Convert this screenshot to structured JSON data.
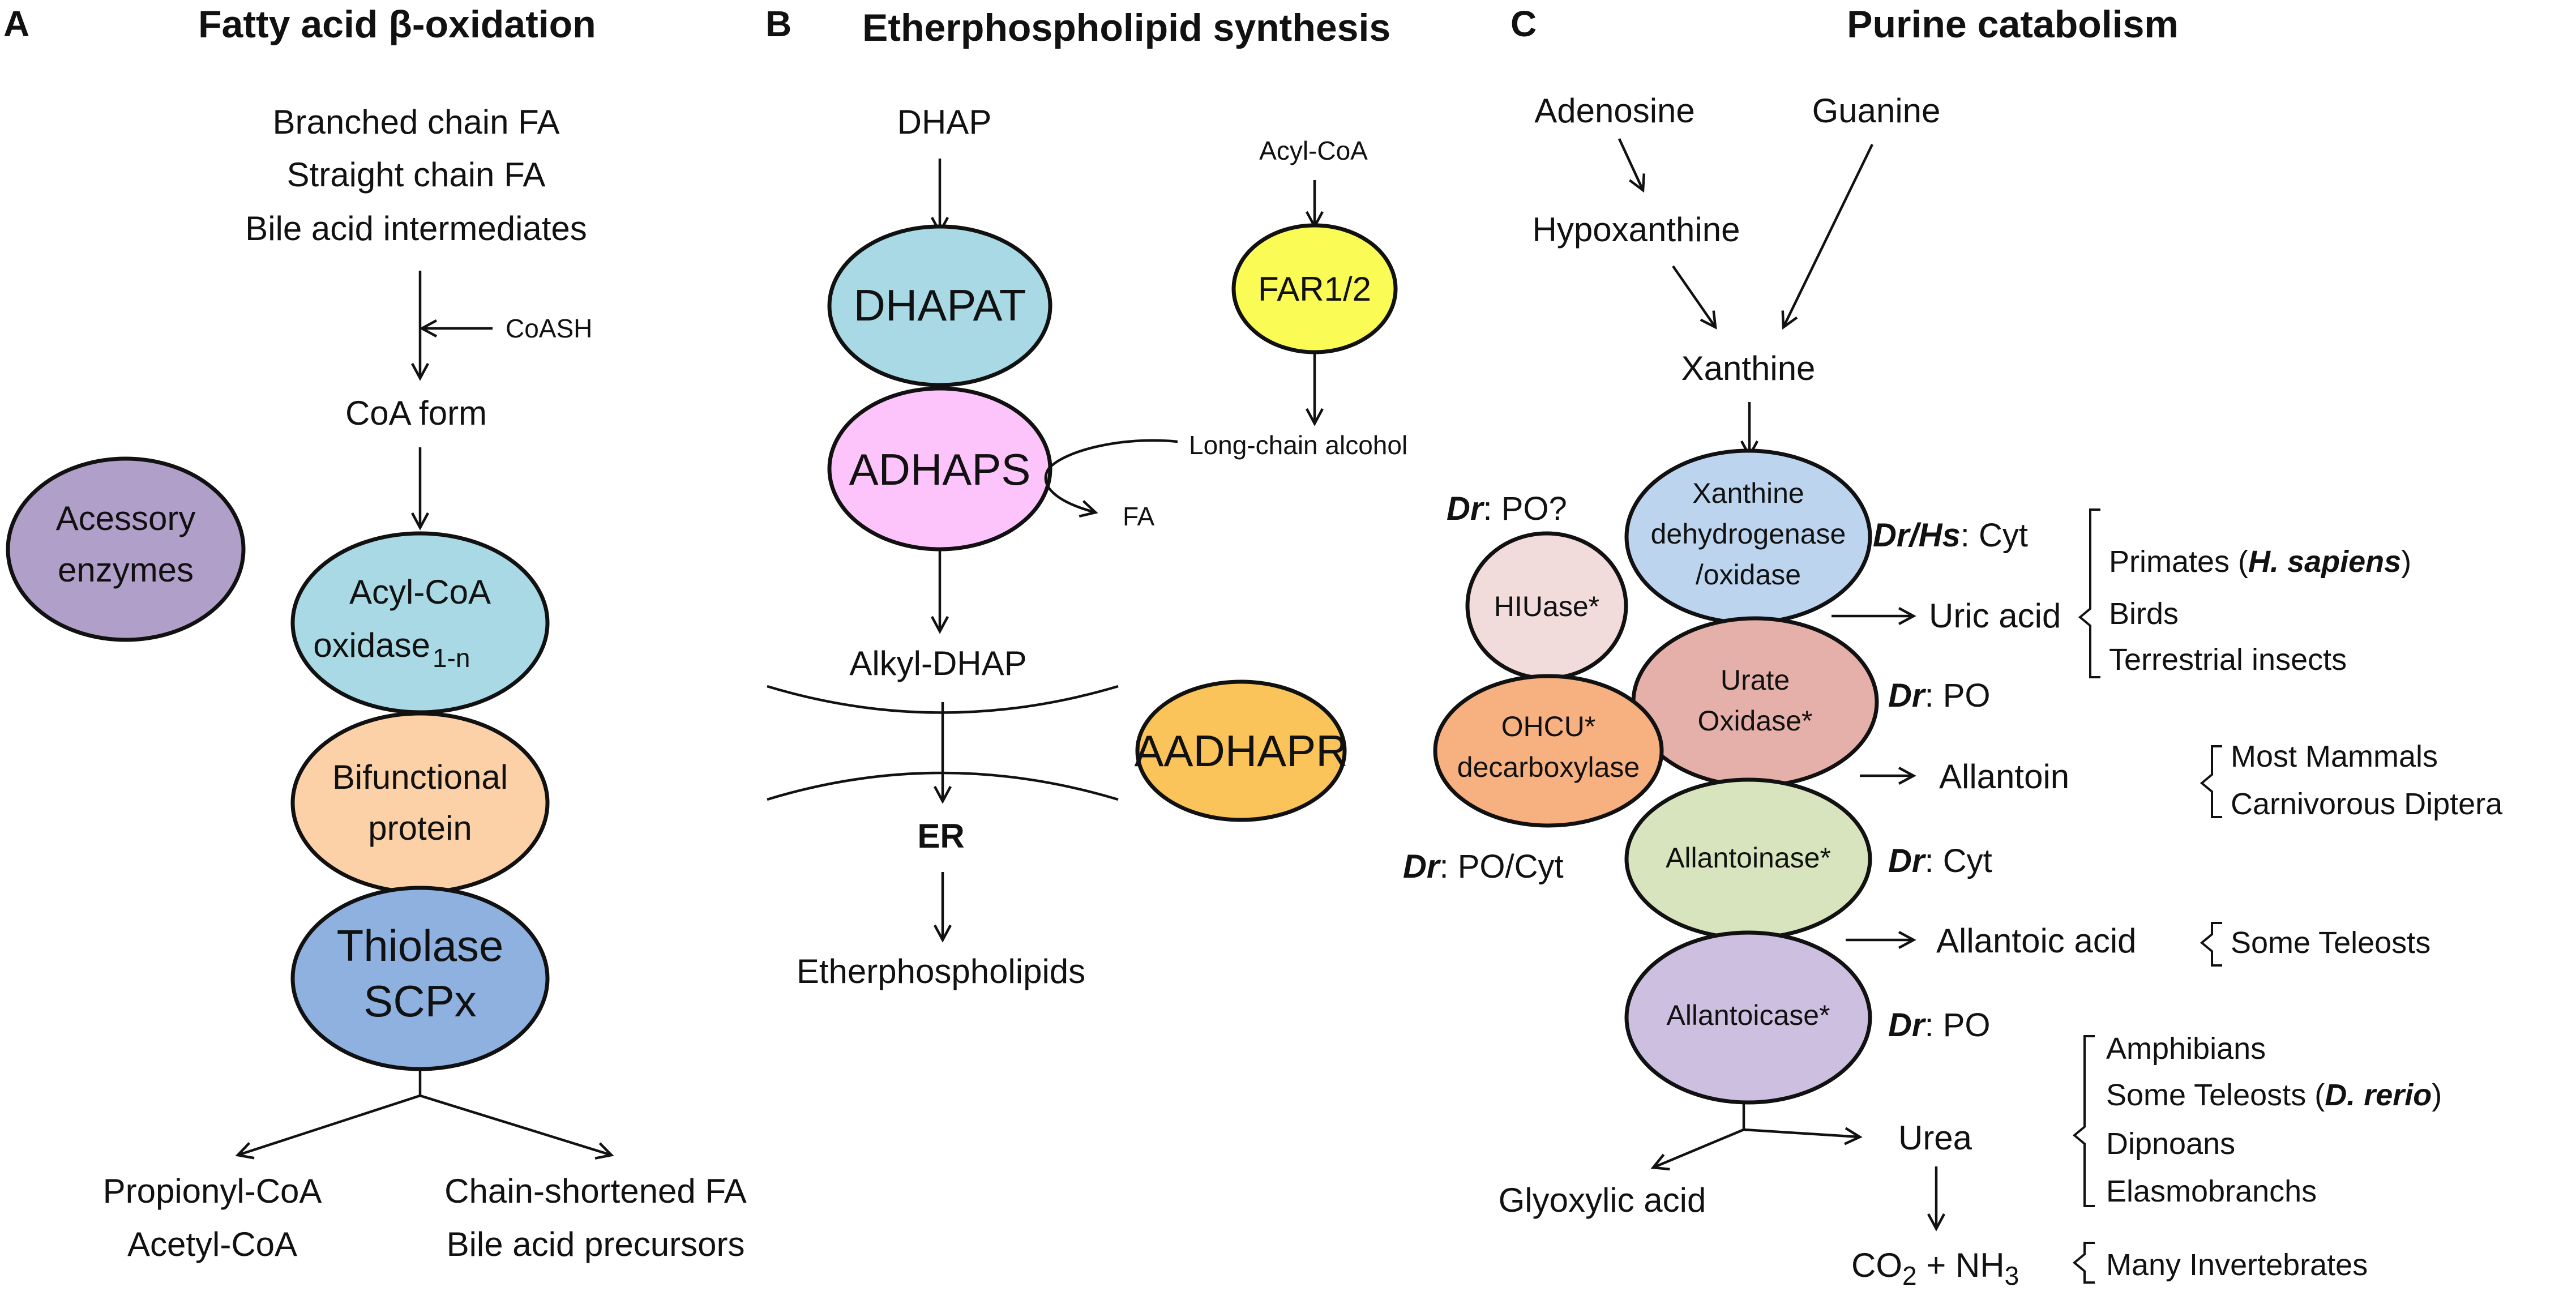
{
  "panels": {
    "a": {
      "letter": "A",
      "title": "Fatty acid β-oxidation",
      "substrates": [
        "Branched chain FA",
        "Straight chain FA",
        "Bile acid intermediates"
      ],
      "cofactor": "CoASH",
      "coa_form": "CoA form",
      "accessory": [
        "Acessory",
        "enzymes"
      ],
      "acox": {
        "line1": "Acyl-CoA",
        "line2": "oxidase",
        "subscript": "1-n"
      },
      "bifunctional": [
        "Bifunctional",
        "protein"
      ],
      "thiolase": [
        "Thiolase",
        "SCPx"
      ],
      "products_left": [
        "Propionyl-CoA",
        "Acetyl-CoA"
      ],
      "products_right": [
        "Chain-shortened FA",
        "Bile acid precursors"
      ]
    },
    "b": {
      "letter": "B",
      "title": "Etherphospholipid synthesis",
      "dhap": "DHAP",
      "acyl_coa": "Acyl-CoA",
      "far": "FAR1/2",
      "dhapat": "DHAPAT",
      "adhaps": "ADHAPS",
      "long_chain_alcohol": "Long-chain alcohol",
      "fa": "FA",
      "alkyl_dhap": "Alkyl-DHAP",
      "aadhapr": "AADHAPR",
      "er": "ER",
      "product": "Etherphospholipids"
    },
    "c": {
      "letter": "C",
      "title": "Purine catabolism",
      "adenosine": "Adenosine",
      "guanine": "Guanine",
      "hypoxanthine": "Hypoxanthine",
      "xanthine": "Xanthine",
      "xdh": [
        "Xanthine",
        "dehydrogenase",
        "/oxidase"
      ],
      "urate_oxidase": [
        "Urate",
        "Oxidase*"
      ],
      "allantoinase": "Allantoinase*",
      "allantoicase": "Allantoicase*",
      "hiuase": "HIUase*",
      "ohcu": [
        "OHCU*",
        "decarboxylase"
      ],
      "loc_hiuase": {
        "species": "Dr",
        "text": ": PO?"
      },
      "loc_ohcu": {
        "species": "Dr",
        "text": ": PO/Cyt"
      },
      "loc_xdh": {
        "species": "Dr/Hs",
        "text": ": Cyt"
      },
      "loc_urate": {
        "species": "Dr",
        "text": ": PO"
      },
      "loc_allantoinase": {
        "species": "Dr",
        "text": ": Cyt"
      },
      "loc_allantoicase": {
        "species": "Dr",
        "text": ": PO"
      },
      "uric_acid": "Uric acid",
      "allantoin": "Allantoin",
      "allantoic_acid": "Allantoic acid",
      "urea": "Urea",
      "glyoxylic_acid": "Glyoxylic acid",
      "co2": {
        "pre": "CO",
        "sub2": "2",
        "mid": " + NH",
        "sub3": "3"
      },
      "groups": {
        "uric": {
          "primates_pre": "Primates (",
          "primates_sp": "H. sapiens",
          "primates_post": ")",
          "birds": "Birds",
          "insects": "Terrestrial insects"
        },
        "allantoin": [
          "Most Mammals",
          "Carnivorous Diptera"
        ],
        "allantoic": "Some Teleosts",
        "urea": {
          "amphibians": "Amphibians",
          "teleosts_pre": "Some Teleosts (",
          "teleosts_sp": "D. rerio",
          "teleosts_post": ")",
          "dipnoans": "Dipnoans",
          "elasmobranchs": "Elasmobranchs"
        },
        "co2": "Many Invertebrates"
      }
    }
  },
  "colors": {
    "accessory": "#b09fc8",
    "acox": "#a9d9e4",
    "bifunctional": "#fcd1a8",
    "thiolase": "#8fb1e0",
    "dhapat": "#a9d9e4",
    "far": "#fbfb55",
    "adhaps": "#fdc4fb",
    "aadhapr": "#fbc45a",
    "xdh": "#bdd4ef",
    "urate": "#e6b0aa",
    "allantoinase": "#d7e4bd",
    "allantoicase": "#cdbfe0",
    "hiuase": "#f2dcdb",
    "ohcu": "#f7b07f"
  }
}
